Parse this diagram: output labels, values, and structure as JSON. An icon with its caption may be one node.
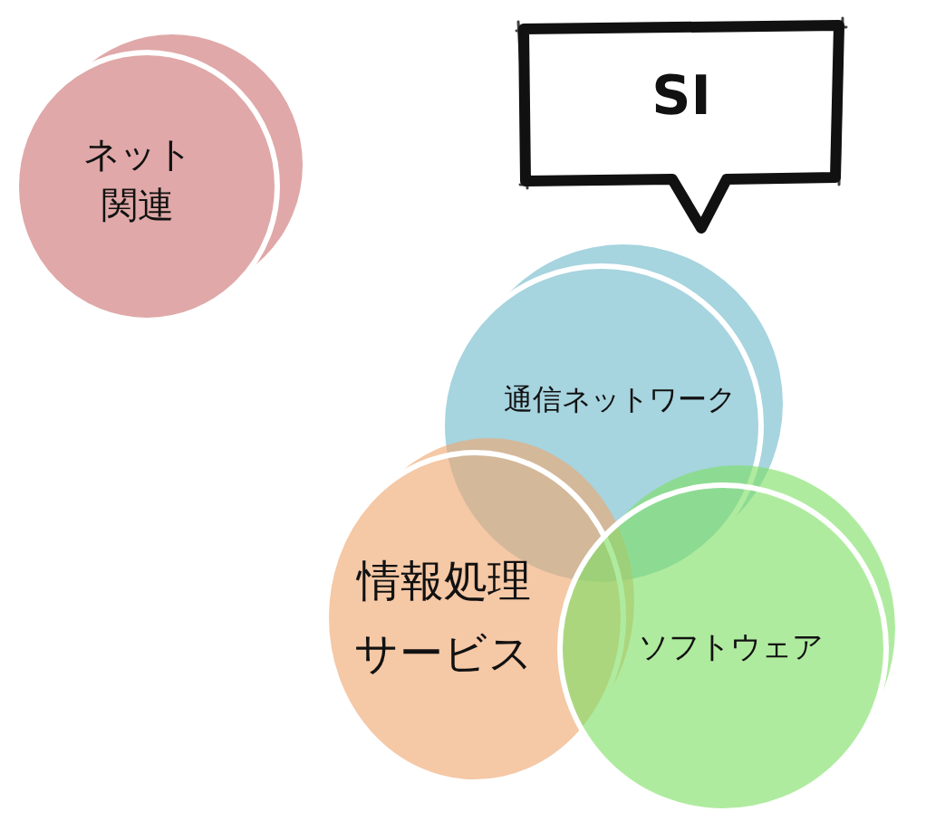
{
  "diagram": {
    "nodes": [
      {
        "text": [
          "ネット関連"
        ]
      },
      {
        "text": [
          "SI"
        ]
      },
      {
        "text": [
          "通信ネットワーク"
        ]
      },
      {
        "text": [
          "情報処理サービス"
        ]
      },
      {
        "text": [
          "ソフトウェア"
        ]
      }
    ]
  }
}
